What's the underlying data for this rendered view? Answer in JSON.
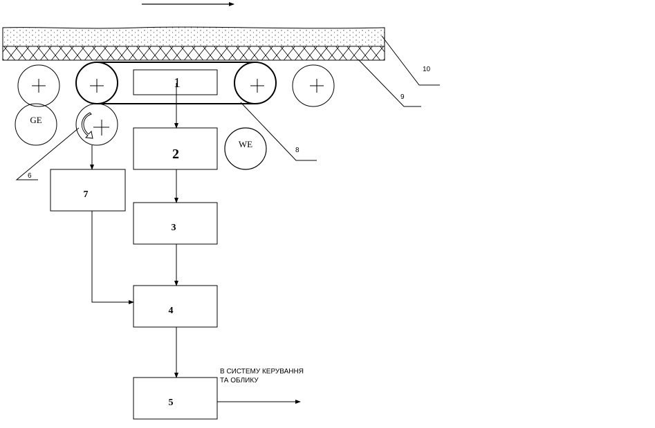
{
  "diagram": {
    "blocks": [
      {
        "id": "1",
        "label": "1"
      },
      {
        "id": "2",
        "label": "2"
      },
      {
        "id": "3",
        "label": "3"
      },
      {
        "id": "4",
        "label": "4"
      },
      {
        "id": "5",
        "label": "5"
      },
      {
        "id": "7",
        "label": "7"
      }
    ],
    "roller_labels": {
      "ge": "GE",
      "we": "WE"
    },
    "callouts": {
      "c6": "6",
      "c8": "8",
      "c9": "9",
      "c10": "10"
    },
    "output_text": {
      "line1": "В СИСТЕМУ КЕРУВАННЯ",
      "line2": "ТА ОБЛИКУ"
    }
  }
}
